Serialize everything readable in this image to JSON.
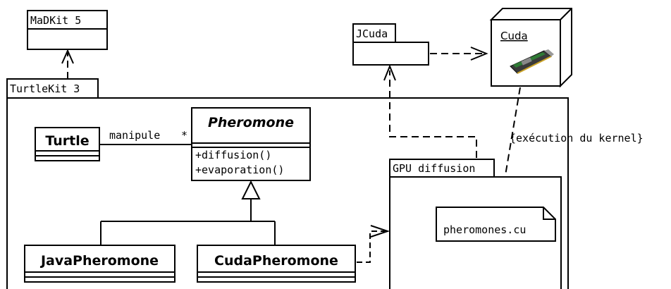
{
  "packages": {
    "madkit": "MaDKit 5",
    "turtlekit": "TurtleKit 3",
    "jcuda": "JCuda",
    "gpu_diffusion": "GPU diffusion"
  },
  "node": {
    "cuda_label": "Cuda",
    "gpu_card_icon": "graphics-card-icon"
  },
  "classes": {
    "turtle": "Turtle",
    "pheromone": {
      "name": "Pheromone",
      "methods": [
        "+diffusion()",
        "+evaporation()"
      ]
    },
    "java_pheromone": "JavaPheromone",
    "cuda_pheromone": "CudaPheromone"
  },
  "artifact": "pheromones.cu",
  "associations": {
    "manipule": "manipule",
    "multiplicity": "*"
  },
  "notes": {
    "kernel": "{exécution du kernel}"
  }
}
